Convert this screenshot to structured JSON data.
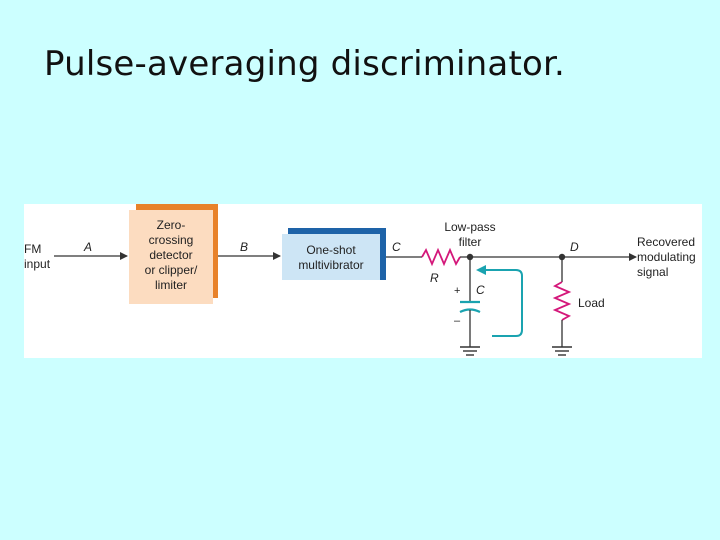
{
  "slide": {
    "title": "Pulse-averaging discriminator."
  },
  "diagram": {
    "input_label_line1": "FM",
    "input_label_line2": "input",
    "node_a": "A",
    "node_b": "B",
    "node_c_top": "C",
    "node_d": "D",
    "block1": {
      "lines": [
        "Zero-",
        "crossing",
        "detector",
        "or clipper/",
        "limiter"
      ],
      "fill": "#fcdcc0",
      "edge": "#e8822a"
    },
    "block2": {
      "lines": [
        "One-shot",
        "multivibrator"
      ],
      "fill": "#cde5f5",
      "edge": "#1e63a8"
    },
    "filter_label_line1": "Low-pass",
    "filter_label_line2": "filter",
    "resistor_label": "R",
    "capacitor_label": "C",
    "cap_plus": "+",
    "cap_minus": "–",
    "load_label": "Load",
    "output_label_line1": "Recovered",
    "output_label_line2": "modulating",
    "output_label_line3": "signal",
    "colors": {
      "wire": "#333333",
      "component": "#d4177a",
      "arrow_teal": "#1aa3b0",
      "capacitor": "#1aa3b0"
    }
  }
}
